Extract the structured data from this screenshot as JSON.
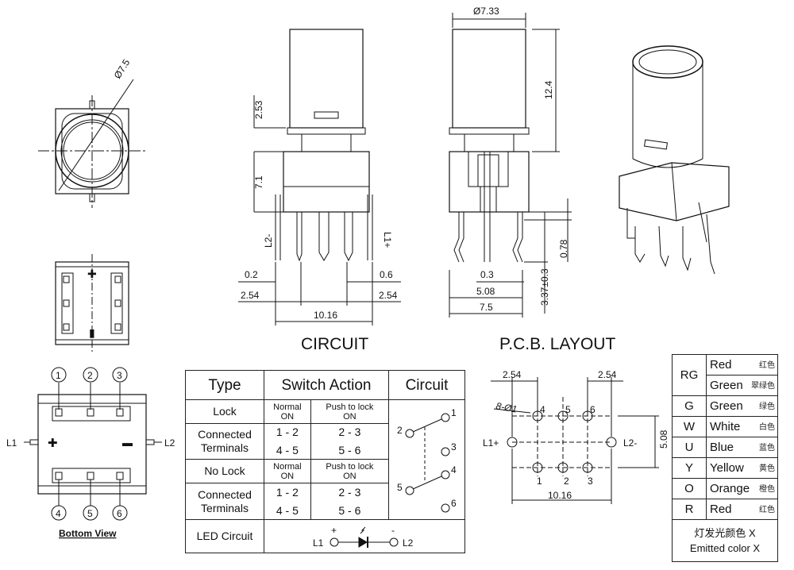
{
  "dims": {
    "d75": "Ø7.5",
    "d733": "Ø7.33",
    "v124": "12.4",
    "v253": "2.53",
    "v71": "7.1",
    "l2m": "L2-",
    "l1p": "L1+",
    "v02": "0.2",
    "v06": "0.6",
    "v254a": "2.54",
    "v254b": "2.54",
    "v1016": "10.16",
    "v03": "0.3",
    "v508": "5.08",
    "v75": "7.5",
    "v078": "0.78",
    "v337": "3.37±0.3",
    "pcb254a": "2.54",
    "pcb254b": "2.54",
    "pcb8d1": "8-Ø1",
    "pcb508": "5.08",
    "pcb1016": "10.16",
    "pcbL1": "L1+",
    "pcbL2": "L2-",
    "bv_plus": "✚",
    "bv_minus": "▬"
  },
  "section_titles": {
    "circuit": "CIRCUIT",
    "pcb": "P.C.B. LAYOUT"
  },
  "bottom_view": {
    "label": "Bottom View",
    "pins": [
      "1",
      "2",
      "3",
      "4",
      "5",
      "6"
    ],
    "l1": "L1",
    "l2": "L2"
  },
  "pcb_pins": [
    "4",
    "5",
    "6",
    "1",
    "2",
    "3"
  ],
  "switch_table": {
    "headers": [
      "Type",
      "Switch Action",
      "Circuit"
    ],
    "lock": {
      "type": "Lock",
      "normal": "Normal\nON",
      "push": "Push to lock\nON"
    },
    "connected": "Connected\nTerminals",
    "rows1": [
      [
        "1 - 2",
        "2 - 3"
      ],
      [
        "4 - 5",
        "5 - 6"
      ]
    ],
    "nolock": {
      "type": "No Lock",
      "normal": "Normal\nON",
      "push": "Push to lock\nON"
    },
    "rows2": [
      [
        "1 - 2",
        "2 - 3"
      ],
      [
        "4 - 5",
        "5 - 6"
      ]
    ],
    "led": "LED Circuit",
    "led_l1": "L1",
    "led_l2": "L2",
    "led_plus": "+",
    "led_minus": "-",
    "circuit_pins": [
      "2",
      "1",
      "3",
      "5",
      "4",
      "6"
    ]
  },
  "colors": {
    "rows": [
      {
        "code": "RG",
        "name": "Red",
        "cn": "红色",
        "name2": "Green",
        "cn2": "翠绿色"
      },
      {
        "code": "G",
        "name": "Green",
        "cn": "绿色"
      },
      {
        "code": "W",
        "name": "White",
        "cn": "白色"
      },
      {
        "code": "U",
        "name": "Blue",
        "cn": "蓝色"
      },
      {
        "code": "Y",
        "name": "Yellow",
        "cn": "黄色"
      },
      {
        "code": "O",
        "name": "Orange",
        "cn": "橙色"
      },
      {
        "code": "R",
        "name": "Red",
        "cn": "红色"
      }
    ],
    "footer_cn": "灯发光颜色 X",
    "footer_en": "Emitted color X"
  }
}
